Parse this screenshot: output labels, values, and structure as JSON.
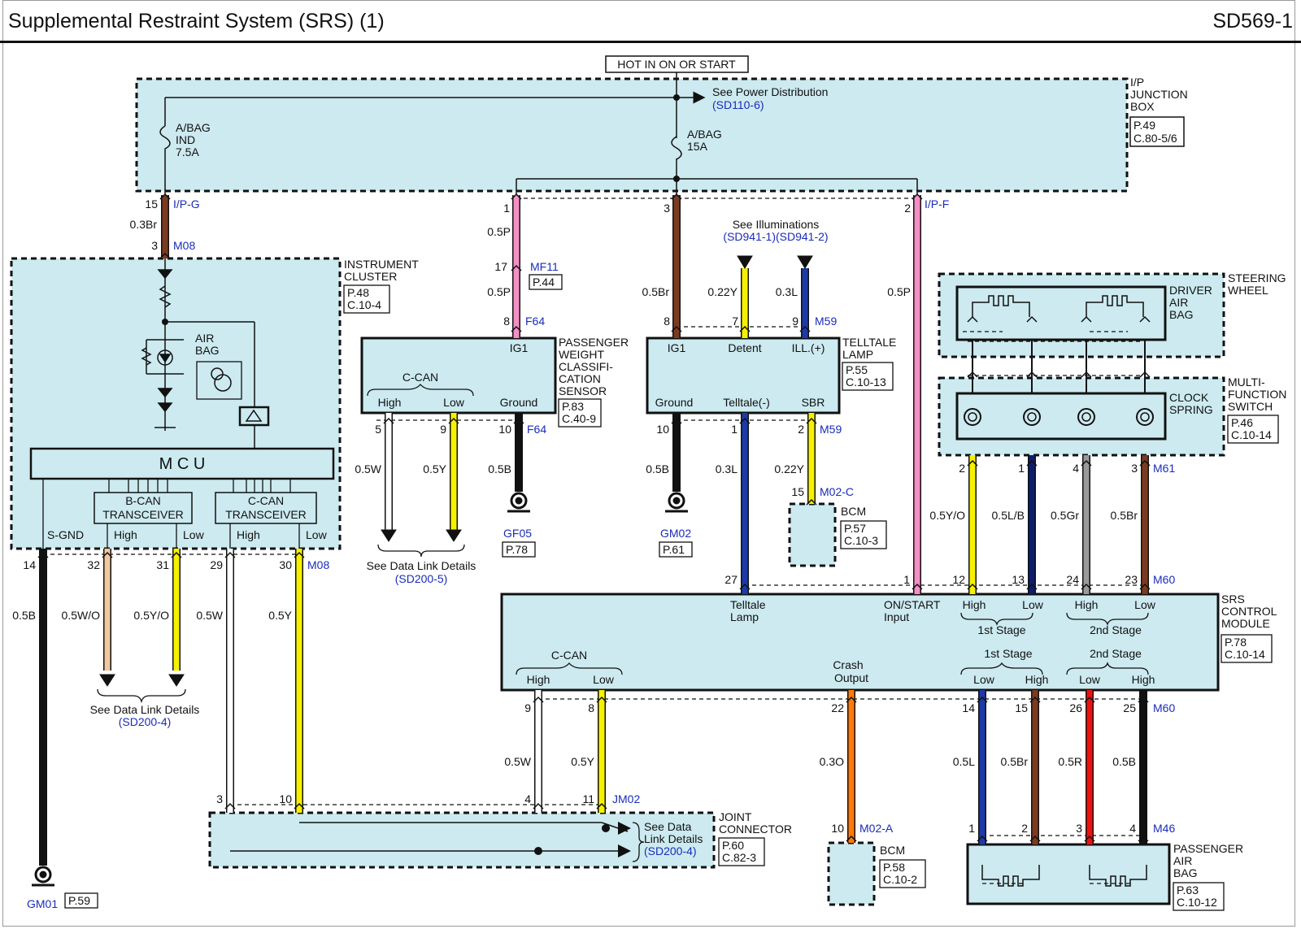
{
  "header": {
    "title": "Supplemental Restraint System (SRS) (1)",
    "code": "SD569-1"
  },
  "colors": {
    "module_fill": "#cceaf0",
    "pink": "#f48ec4",
    "brown": "#7b3b20",
    "yellow": "#f5f100",
    "blue": "#1c3aa8",
    "navy": "#0d1d6e",
    "gray": "#9a9a9a",
    "red": "#ee1111",
    "orange": "#ff7a0a",
    "black": "#111111",
    "link_blue": "#1a2cb8"
  },
  "power": {
    "hot_label": "HOT IN ON OR START",
    "power_dist": "See Power Distribution",
    "power_dist_ref": "(SD110-6)",
    "fuse1": [
      "A/BAG",
      "IND",
      "7.5A"
    ],
    "fuse2": [
      "A/BAG",
      "15A"
    ]
  },
  "ijb": {
    "name": [
      "I/P",
      "JUNCTION",
      "BOX"
    ],
    "refs": [
      "P.49",
      "C.80-5/6"
    ]
  },
  "ic": {
    "name": [
      "INSTRUMENT",
      "CLUSTER"
    ],
    "refs": [
      "P.48",
      "C.10-4"
    ],
    "airbag_label": [
      "AIR",
      "BAG"
    ],
    "mcu": "M C U",
    "bcan": [
      "B-CAN",
      "TRANSCEIVER"
    ],
    "ccan": [
      "C-CAN",
      "TRANSCEIVER"
    ],
    "sgnd": "S-GND",
    "high": "High",
    "low": "Low"
  },
  "pwcs": {
    "name": [
      "PASSENGER",
      "WEIGHT",
      "CLASSIFI-",
      "CATION",
      "SENSOR"
    ],
    "refs": [
      "P.83",
      "C.40-9"
    ],
    "ig1": "IG1",
    "ccan": "C-CAN",
    "high": "High",
    "low": "Low",
    "ground": "Ground"
  },
  "telltale": {
    "name": [
      "TELLTALE",
      "LAMP"
    ],
    "refs": [
      "P.55",
      "C.10-13"
    ],
    "ig1": "IG1",
    "detent": "Detent",
    "ill": "ILL.(+)",
    "ground": "Ground",
    "telltale_neg": "Telltale(-)",
    "sbr": "SBR"
  },
  "illum": {
    "see": "See Illuminations",
    "refs": "(SD941-1)(SD941-2)"
  },
  "steering": {
    "name": [
      "STEERING",
      "WHEEL"
    ],
    "driver_airbag": [
      "DRIVER",
      "AIR",
      "BAG"
    ]
  },
  "mfs": {
    "name": [
      "MULTI-",
      "FUNCTION",
      "SWITCH"
    ],
    "refs": [
      "P.46",
      "C.10-14"
    ],
    "clock_spring": [
      "CLOCK",
      "SPRING"
    ]
  },
  "bcm1": {
    "name": "BCM",
    "refs": [
      "P.57",
      "C.10-3"
    ]
  },
  "bcm2": {
    "name": "BCM",
    "refs": [
      "P.58",
      "C.10-2"
    ]
  },
  "srs": {
    "name": [
      "SRS",
      "CONTROL",
      "MODULE"
    ],
    "refs": [
      "P.78",
      "C.10-14"
    ],
    "telltale_lamp": [
      "Telltale",
      "Lamp"
    ],
    "on_start": [
      "ON/START",
      "Input"
    ],
    "high": "High",
    "low": "Low",
    "stage1": "1st Stage",
    "stage2": "2nd Stage",
    "ccan": "C-CAN",
    "crash_output": [
      "Crash",
      "Output"
    ]
  },
  "pab": {
    "name": [
      "PASSENGER",
      "AIR",
      "BAG"
    ],
    "refs": [
      "P.63",
      "C.10-12"
    ]
  },
  "jc": {
    "name": [
      "JOINT",
      "CONNECTOR"
    ],
    "refs": [
      "P.60",
      "C.82-3"
    ],
    "see": [
      "See Data",
      "Link Details"
    ],
    "ref": "(SD200-4)"
  },
  "datalinks": {
    "see": "See Data Link Details",
    "ref_a": "(SD200-5)",
    "ref_b": "(SD200-4)"
  },
  "grounds": {
    "gf05": "GF05",
    "gf05_page": "P.78",
    "gm02": "GM02",
    "gm02_page": "P.61",
    "gm01": "GM01",
    "gm01_page": "P.59"
  },
  "connectors": {
    "ipg": "I/P-G",
    "ipf": "I/P-F",
    "m08": "M08",
    "mf11": "MF11",
    "mf11_page": "P.44",
    "f64": "F64",
    "m59": "M59",
    "m02c": "M02-C",
    "m61": "M61",
    "m60": "M60",
    "m02a": "M02-A",
    "m46": "M46",
    "jm02": "JM02"
  },
  "pins": {
    "p15": "15",
    "p3": "3",
    "p1": "1",
    "p2": "2",
    "p17": "17",
    "p8": "8",
    "p7": "7",
    "p9": "9",
    "p5": "5",
    "p10": "10",
    "p4": "4",
    "p14": "14",
    "p32": "32",
    "p31": "31",
    "p29": "29",
    "p30": "30",
    "p27": "27",
    "p12": "12",
    "p13": "13",
    "p24": "24",
    "p23": "23",
    "p11": "11",
    "p22": "22",
    "p26": "26",
    "p25": "25"
  },
  "wires": {
    "w03br": "0.3Br",
    "w05p": "0.5P",
    "w05br": "0.5Br",
    "w022y": "0.22Y",
    "w03l": "0.3L",
    "w05w": "0.5W",
    "w05y": "0.5Y",
    "w05b": "0.5B",
    "w05wo": "0.5W/O",
    "w05yo": "0.5Y/O",
    "w05lb": "0.5L/B",
    "w05gr": "0.5Gr",
    "w03o": "0.3O",
    "w05l": "0.5L",
    "w05r": "0.5R"
  }
}
